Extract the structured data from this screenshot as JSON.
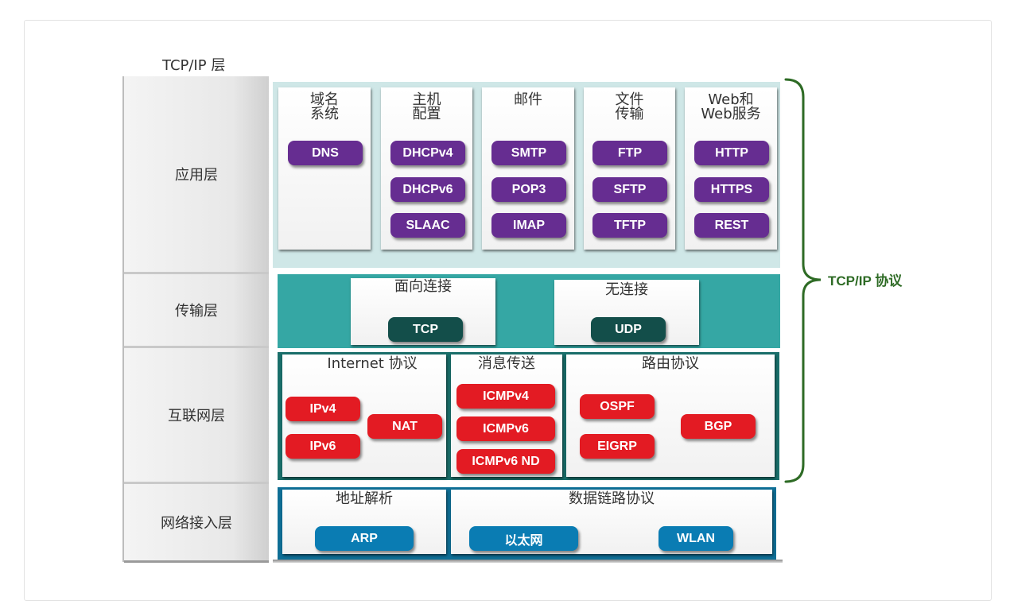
{
  "header": {
    "title": "TCP/IP 层"
  },
  "layers": [
    "应用层",
    "传输层",
    "互联网层",
    "网络接入层"
  ],
  "brace_label": "TCP/IP 协议",
  "application": {
    "groups": [
      {
        "title_lines": [
          "域名",
          "系统"
        ],
        "protocols": [
          "DNS"
        ]
      },
      {
        "title_lines": [
          "主机",
          "配置"
        ],
        "protocols": [
          "DHCPv4",
          "DHCPv6",
          "SLAAC"
        ]
      },
      {
        "title_lines": [
          "邮件"
        ],
        "protocols": [
          "SMTP",
          "POP3",
          "IMAP"
        ]
      },
      {
        "title_lines": [
          "文件",
          "传输"
        ],
        "protocols": [
          "FTP",
          "SFTP",
          "TFTP"
        ]
      },
      {
        "title_lines": [
          "Web和",
          "Web服务"
        ],
        "protocols": [
          "HTTP",
          "HTTPS",
          "REST"
        ]
      }
    ]
  },
  "transport": {
    "groups": [
      {
        "title": "面向连接",
        "protocols": [
          "TCP"
        ]
      },
      {
        "title": "无连接",
        "protocols": [
          "UDP"
        ]
      }
    ]
  },
  "internet": {
    "groups": [
      {
        "title": "Internet 协议",
        "protocols": [
          "IPv4",
          "IPv6",
          "NAT"
        ]
      },
      {
        "title": "消息传送",
        "protocols": [
          "ICMPv4",
          "ICMPv6",
          "ICMPv6 ND"
        ]
      },
      {
        "title": "路由协议",
        "protocols": [
          "OSPF",
          "EIGRP",
          "BGP"
        ]
      }
    ]
  },
  "network_access": {
    "groups": [
      {
        "title": "地址解析",
        "protocols": [
          "ARP"
        ]
      },
      {
        "title": "数据链路协议",
        "protocols": [
          "以太网",
          "WLAN"
        ]
      }
    ]
  },
  "colors": {
    "application_band": "#cfe7e7",
    "transport_band": "#35a7a4",
    "internet_border": "#1a6f6b",
    "network_border": "#0f6f96",
    "purple": "#662d91",
    "teal_dark": "#134e4a",
    "red": "#e31b23",
    "blue": "#0a7cb3",
    "brace": "#2e6b25"
  }
}
